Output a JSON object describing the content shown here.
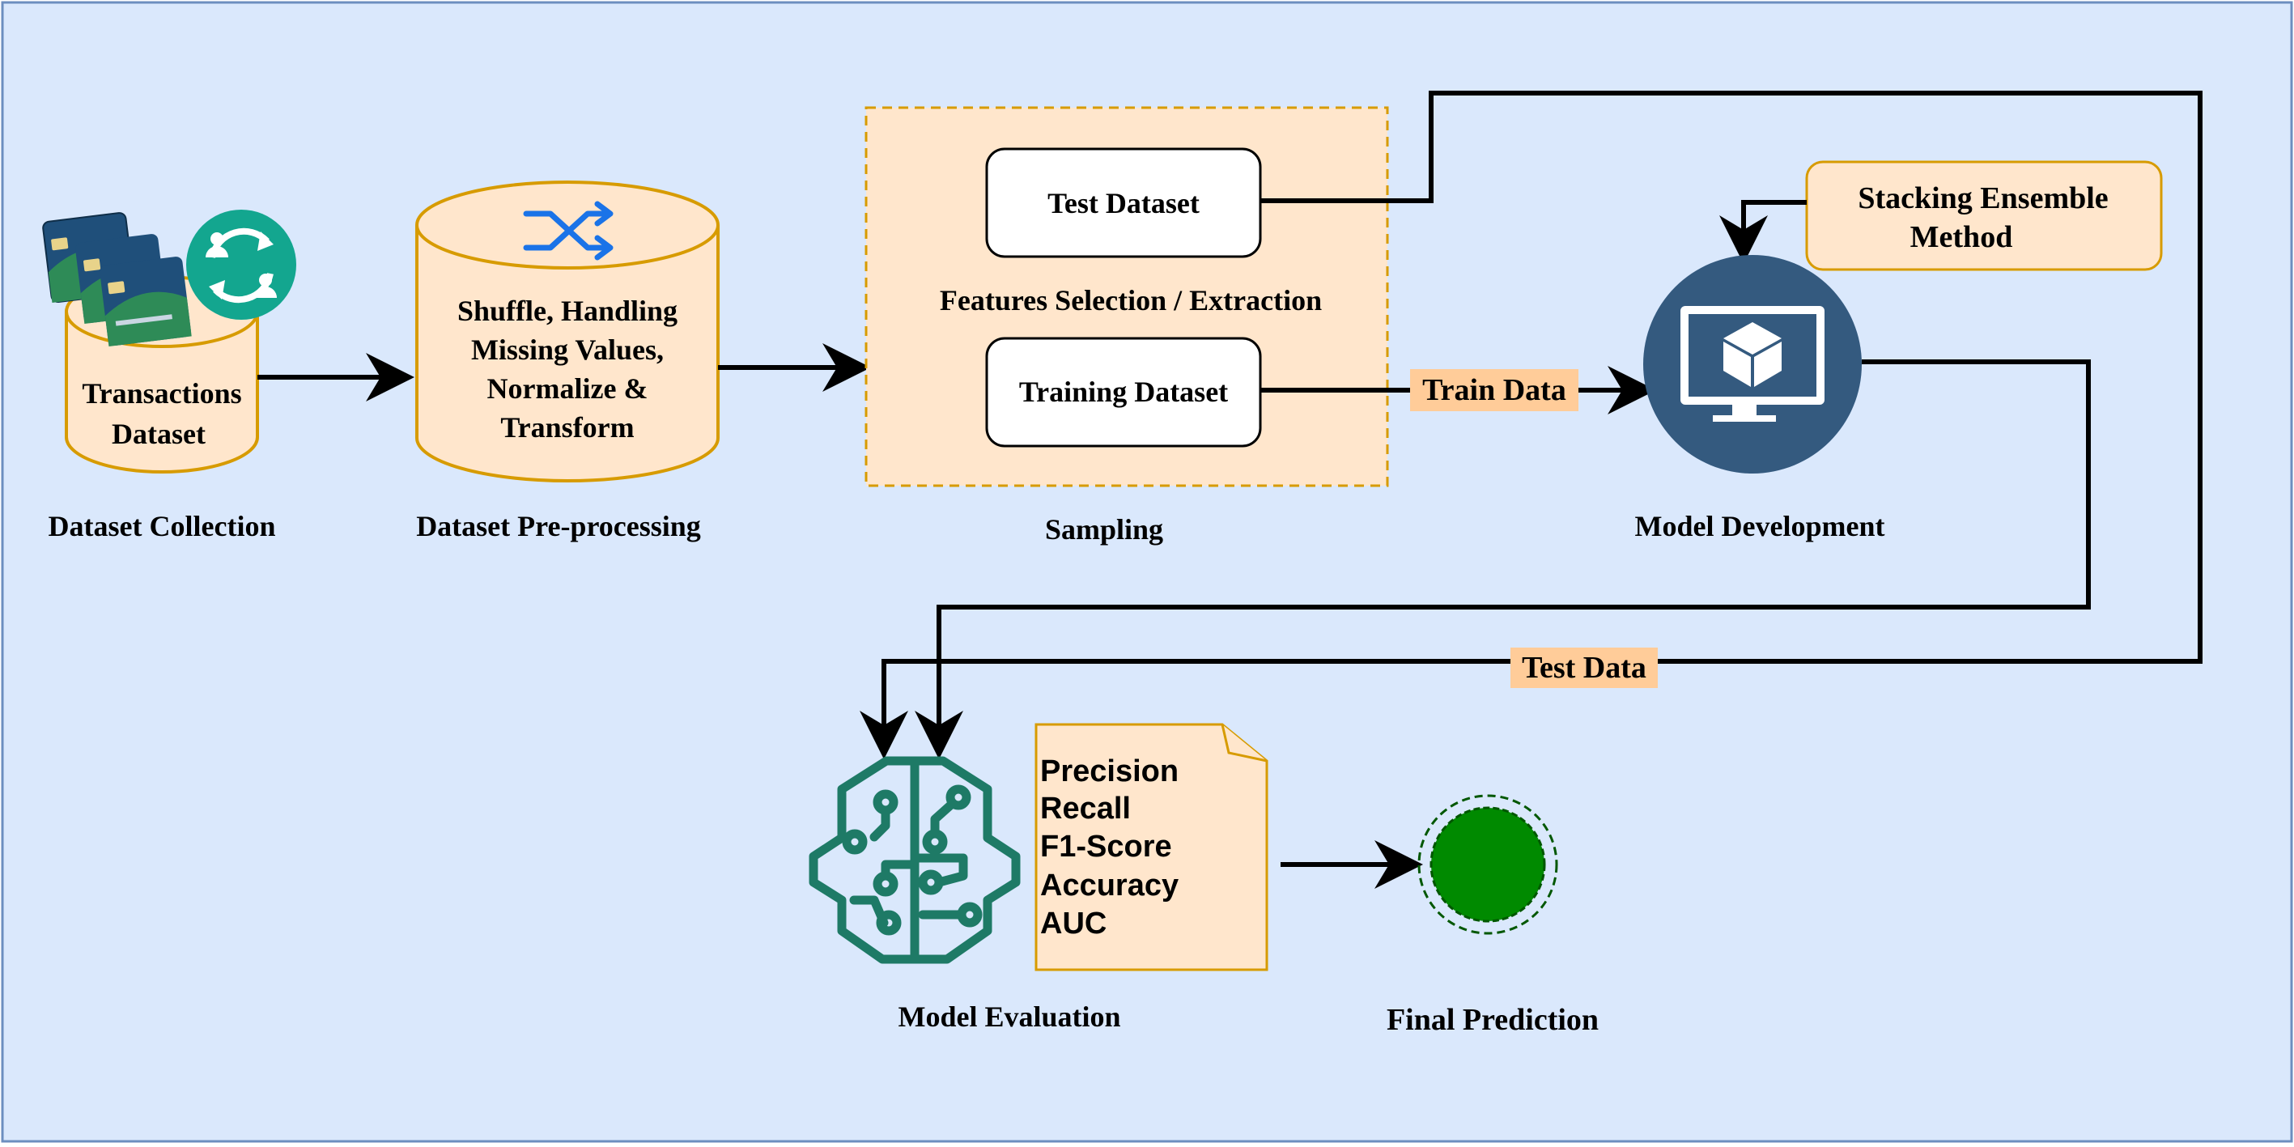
{
  "dataset_collection": {
    "cylinder_label_line1": "Transactions",
    "cylinder_label_line2": "Dataset",
    "caption": "Dataset Collection"
  },
  "preprocessing": {
    "line1": "Shuffle, Handling",
    "line2": "Missing Values,",
    "line3": "Normalize &",
    "line4": "Transform",
    "caption": "Dataset Pre-processing",
    "icon": "shuffle-icon"
  },
  "sampling": {
    "test_box": "Test Dataset",
    "features_label": "Features Selection / Extraction",
    "training_box": "Training Dataset",
    "caption": "Sampling"
  },
  "model_development": {
    "ensemble_line1": "Stacking Ensemble",
    "ensemble_line2": "Method",
    "caption": "Model Development",
    "icon": "monitor-cube-icon"
  },
  "edges": {
    "train_data": "Train Data",
    "test_data": "Test Data"
  },
  "evaluation": {
    "metrics": [
      "Precision",
      "Recall",
      "F1-Score",
      "Accuracy",
      "AUC"
    ],
    "caption": "Model Evaluation",
    "icon": "brain-circuit-icon"
  },
  "final": {
    "caption": "Final Prediction"
  },
  "colors": {
    "background": "#dae8fc",
    "frame": "#6c8ebf",
    "box_fill": "#ffe6cc",
    "box_stroke": "#d79b00",
    "teal": "#1e7a66",
    "navy": "#345a7f",
    "green": "#008a00",
    "green_ring": "#005700",
    "arrow": "#000000"
  }
}
